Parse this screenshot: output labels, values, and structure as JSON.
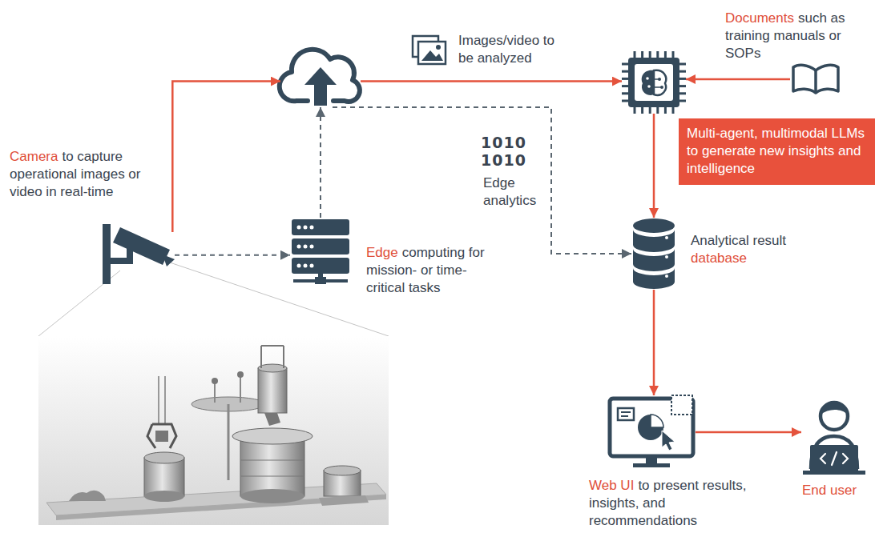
{
  "diagram": {
    "nodes": [
      {
        "text": [
          "Camera",
          "to capture operational images or video in real-time"
        ]
      },
      {
        "text": []
      },
      {
        "text": [
          "Edge",
          "computing for mission- or time-critical tasks"
        ]
      },
      {
        "text": [
          "Multi-agent, multimodal LLMs to generate new insights and intelligence"
        ]
      },
      {
        "text": [
          "Documents",
          "such as training manuals or SOPs"
        ]
      },
      {
        "text": [
          "Analytical result",
          "database"
        ]
      },
      {
        "text": [
          "Web UI",
          "to present results, insights, and recommendations"
        ]
      },
      {
        "text": [
          "End user"
        ]
      }
    ],
    "edges": [
      {
        "from": 0,
        "to": 1,
        "arrow": "to"
      },
      {
        "from": 0,
        "to": 2,
        "arrow": "to"
      },
      {
        "from": 2,
        "to": 1,
        "arrow": "to"
      },
      {
        "from": 1,
        "to": 3,
        "label": "Images/video to be analyzed",
        "arrow": "to"
      },
      {
        "from": 4,
        "to": 3,
        "arrow": "to"
      },
      {
        "from": 1,
        "to": 5,
        "label": "Edge analytics",
        "arrow": "to"
      },
      {
        "from": 3,
        "to": 5,
        "arrow": "to"
      },
      {
        "from": 5,
        "to": 6,
        "arrow": "to"
      },
      {
        "from": 6,
        "to": 7,
        "arrow": "to"
      }
    ],
    "labels": [
      "1010",
      "1010"
    ]
  }
}
